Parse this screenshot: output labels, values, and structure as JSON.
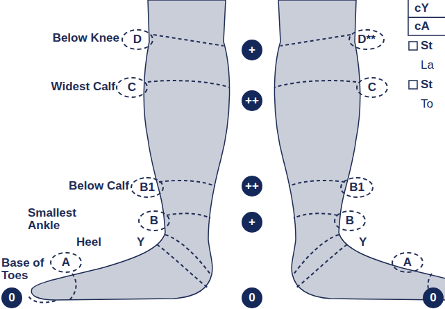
{
  "diagram": {
    "nodes": [
      {
        "text": [
          "D"
        ]
      },
      {
        "text": [
          "+"
        ]
      },
      {
        "text": [
          "D**"
        ]
      },
      {
        "text": [
          "C"
        ]
      },
      {
        "text": [
          "++"
        ]
      },
      {
        "text": [
          "C"
        ]
      },
      {
        "text": [
          "B1"
        ]
      },
      {
        "text": [
          "++"
        ]
      },
      {
        "text": [
          "B1"
        ]
      },
      {
        "text": [
          "B"
        ]
      },
      {
        "text": [
          "+"
        ]
      },
      {
        "text": [
          "B"
        ]
      },
      {
        "text": [
          "A"
        ]
      },
      {
        "text": [
          "A"
        ]
      },
      {
        "text": [
          "0"
        ]
      },
      {
        "text": [
          "0"
        ]
      },
      {
        "text": [
          "0"
        ]
      }
    ],
    "labels": [
      "Below Knee",
      "Widest Calf",
      "Below Calf",
      "Smallest Ankle",
      "Heel",
      "Y",
      "Base of Toes",
      "Y",
      "cY",
      "cA",
      "St",
      "La",
      "St",
      "To"
    ]
  }
}
